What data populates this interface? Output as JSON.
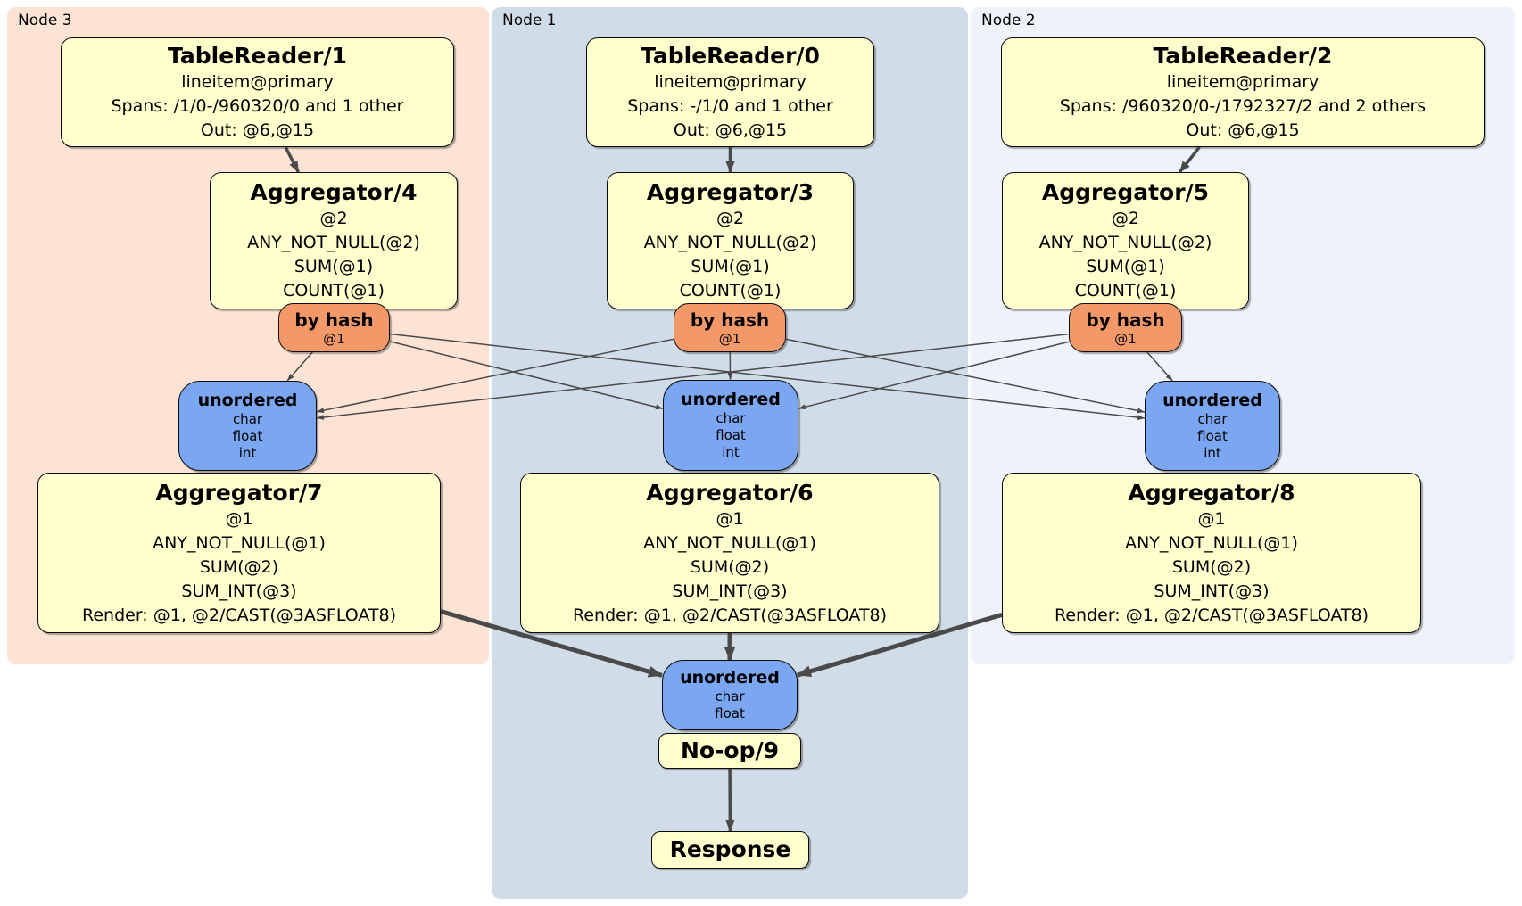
{
  "panels": {
    "node3": {
      "label": "Node 3"
    },
    "node1": {
      "label": "Node 1"
    },
    "node2": {
      "label": "Node 2"
    }
  },
  "processors": {
    "tr1": {
      "title": "TableReader/1",
      "lines": [
        "lineitem@primary",
        "Spans: /1/0-/960320/0 and 1 other",
        "Out: @6,@15"
      ]
    },
    "tr0": {
      "title": "TableReader/0",
      "lines": [
        "lineitem@primary",
        "Spans: -/1/0 and 1 other",
        "Out: @6,@15"
      ]
    },
    "tr2": {
      "title": "TableReader/2",
      "lines": [
        "lineitem@primary",
        "Spans: /960320/0-/1792327/2 and 2 others",
        "Out: @6,@15"
      ]
    },
    "agg4": {
      "title": "Aggregator/4",
      "lines": [
        "@2",
        "ANY_NOT_NULL(@2)",
        "SUM(@1)",
        "COUNT(@1)"
      ]
    },
    "agg3": {
      "title": "Aggregator/3",
      "lines": [
        "@2",
        "ANY_NOT_NULL(@2)",
        "SUM(@1)",
        "COUNT(@1)"
      ]
    },
    "agg5": {
      "title": "Aggregator/5",
      "lines": [
        "@2",
        "ANY_NOT_NULL(@2)",
        "SUM(@1)",
        "COUNT(@1)"
      ]
    },
    "agg7": {
      "title": "Aggregator/7",
      "lines": [
        "@1",
        "ANY_NOT_NULL(@1)",
        "SUM(@2)",
        "SUM_INT(@3)",
        "Render: @1, @2/CAST(@3ASFLOAT8)"
      ]
    },
    "agg6": {
      "title": "Aggregator/6",
      "lines": [
        "@1",
        "ANY_NOT_NULL(@1)",
        "SUM(@2)",
        "SUM_INT(@3)",
        "Render: @1, @2/CAST(@3ASFLOAT8)"
      ]
    },
    "agg8": {
      "title": "Aggregator/8",
      "lines": [
        "@1",
        "ANY_NOT_NULL(@1)",
        "SUM(@2)",
        "SUM_INT(@3)",
        "Render: @1, @2/CAST(@3ASFLOAT8)"
      ]
    },
    "noop9": {
      "title": "No-op/9"
    },
    "response": {
      "title": "Response"
    }
  },
  "routers": {
    "hash3": {
      "title": "by hash",
      "lines": [
        "@1"
      ]
    },
    "hash1": {
      "title": "by hash",
      "lines": [
        "@1"
      ]
    },
    "hash2": {
      "title": "by hash",
      "lines": [
        "@1"
      ]
    }
  },
  "syncs": {
    "unord3": {
      "title": "unordered",
      "lines": [
        "char",
        "float",
        "int"
      ]
    },
    "unord1": {
      "title": "unordered",
      "lines": [
        "char",
        "float",
        "int"
      ]
    },
    "unord2": {
      "title": "unordered",
      "lines": [
        "char",
        "float",
        "int"
      ]
    },
    "unordFinal": {
      "title": "unordered",
      "lines": [
        "char",
        "float"
      ]
    }
  },
  "colors": {
    "processor": "#ffffcd",
    "router": "#f39868",
    "sync": "#7aa6f2",
    "panel_node3": "#fce3d4",
    "panel_node1": "#d0dde8",
    "panel_node2": "#eef2fa",
    "edge": "#4a4a4a"
  },
  "edges": [
    {
      "from": "tablereader-1-box",
      "to": "aggregator-4-box",
      "kind": "flow"
    },
    {
      "from": "tablereader-0-box",
      "to": "aggregator-3-box",
      "kind": "flow"
    },
    {
      "from": "tablereader-2-box",
      "to": "aggregator-5-box",
      "kind": "flow"
    },
    {
      "from": "hash-router-node3",
      "to": "unordered-sync-node3",
      "kind": "route"
    },
    {
      "from": "hash-router-node3",
      "to": "unordered-sync-node1",
      "kind": "route"
    },
    {
      "from": "hash-router-node3",
      "to": "unordered-sync-node2",
      "kind": "route"
    },
    {
      "from": "hash-router-node1",
      "to": "unordered-sync-node3",
      "kind": "route"
    },
    {
      "from": "hash-router-node1",
      "to": "unordered-sync-node1",
      "kind": "route"
    },
    {
      "from": "hash-router-node1",
      "to": "unordered-sync-node2",
      "kind": "route"
    },
    {
      "from": "hash-router-node2",
      "to": "unordered-sync-node3",
      "kind": "route"
    },
    {
      "from": "hash-router-node2",
      "to": "unordered-sync-node1",
      "kind": "route"
    },
    {
      "from": "hash-router-node2",
      "to": "unordered-sync-node2",
      "kind": "route"
    },
    {
      "from": "aggregator-7-box",
      "to": "unordered-sync-final",
      "kind": "merge"
    },
    {
      "from": "aggregator-6-box",
      "to": "unordered-sync-final",
      "kind": "merge"
    },
    {
      "from": "aggregator-8-box",
      "to": "unordered-sync-final",
      "kind": "merge"
    },
    {
      "from": "noop-9-box",
      "to": "response-box",
      "kind": "flow"
    }
  ]
}
